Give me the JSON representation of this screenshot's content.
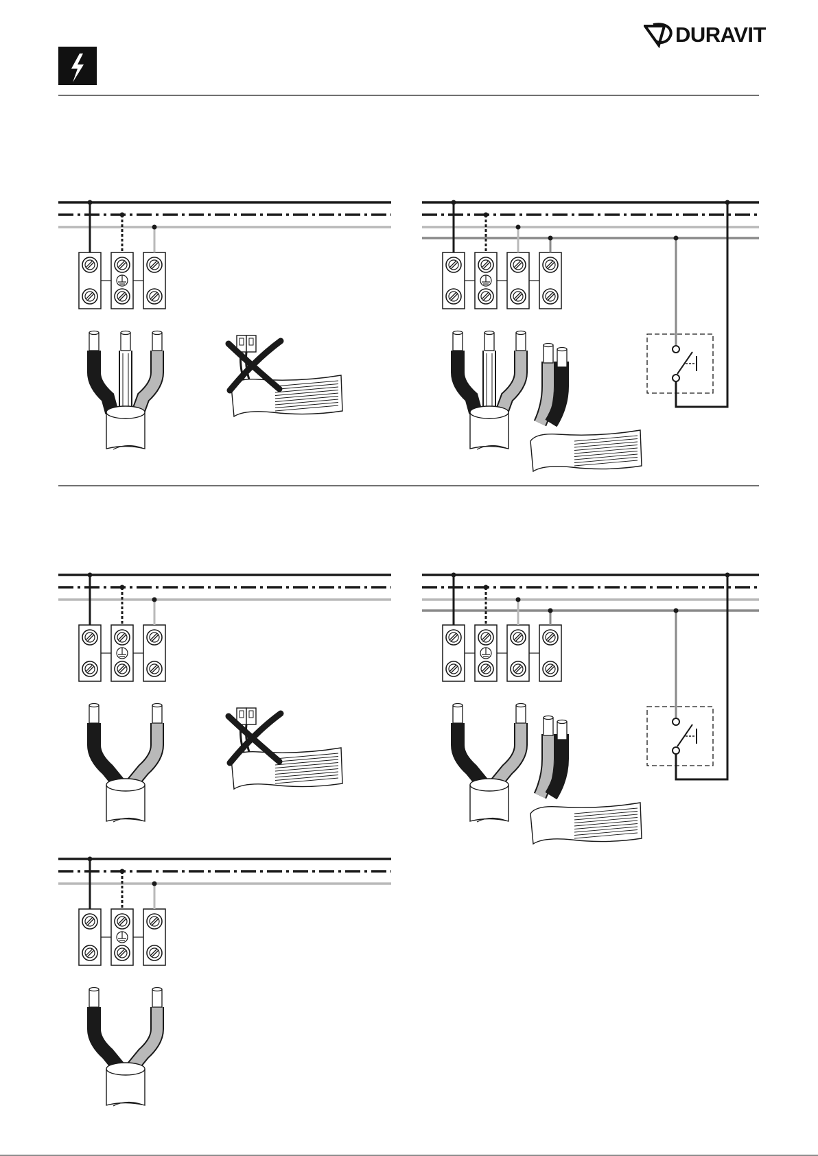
{
  "brand": {
    "name": "DURAVIT"
  },
  "header": {
    "warning_icon": "electrical-hazard-icon"
  },
  "colors": {
    "line": "#1a1a1a",
    "light_grey": "#b9b9b9",
    "mid_grey": "#8a8a8a",
    "black": "#1a1a1a",
    "paper": "#ffffff"
  },
  "icons": {
    "terminal": "terminal-block-icon",
    "earth": "earth-ground-icon",
    "cable": "cable-icon",
    "ribbon": "ribbon-cable-icon",
    "cross": "prohibited-cross-icon",
    "switch": "switch-icon"
  },
  "diagrams": [
    {
      "id": "three-wire-direct",
      "terminals": 3,
      "cable": "three-core",
      "prohibited_ribbon": true,
      "switch": false
    },
    {
      "id": "four-wire-switched",
      "terminals": 4,
      "cable": "three-core-plus-ribbon",
      "prohibited_ribbon": false,
      "switch": true
    },
    {
      "id": "two-wire-direct",
      "terminals": 3,
      "cable": "two-core",
      "prohibited_ribbon": true,
      "switch": false
    },
    {
      "id": "two-wire-switched",
      "terminals": 4,
      "cable": "two-core-plus-ribbon",
      "prohibited_ribbon": false,
      "switch": true
    },
    {
      "id": "two-wire-only",
      "terminals": 3,
      "cable": "two-core",
      "prohibited_ribbon": false,
      "switch": false
    }
  ]
}
